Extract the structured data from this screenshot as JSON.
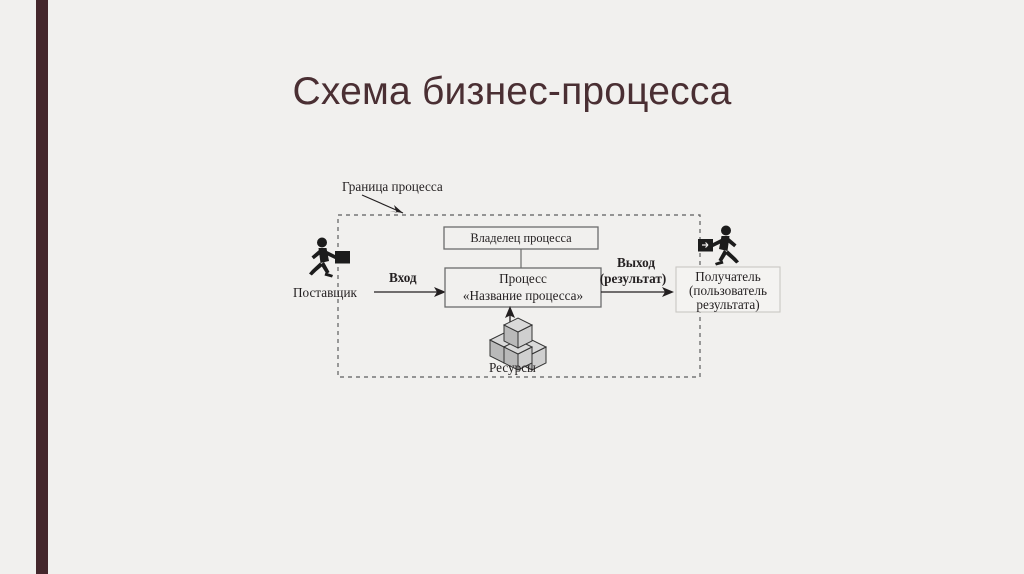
{
  "slide": {
    "title": "Схема бизнес-процесса",
    "background_color": "#f1f0ee",
    "accent_bar_color": "#44272c",
    "title_color": "#4a2f33"
  },
  "diagram": {
    "boundary_label": "Граница процесса",
    "supplier_label": "Поставщик",
    "input_label": "Вход",
    "owner_box": "Владелец процесса",
    "process_box_line1": "Процесс",
    "process_box_line2": "«Название процесса»",
    "resources_label": "Ресурсы",
    "output_label_line1": "Выход",
    "output_label_line2": "(результат)",
    "recipient_line1": "Получатель",
    "recipient_line2": "(пользователь",
    "recipient_line3": "результата)"
  }
}
